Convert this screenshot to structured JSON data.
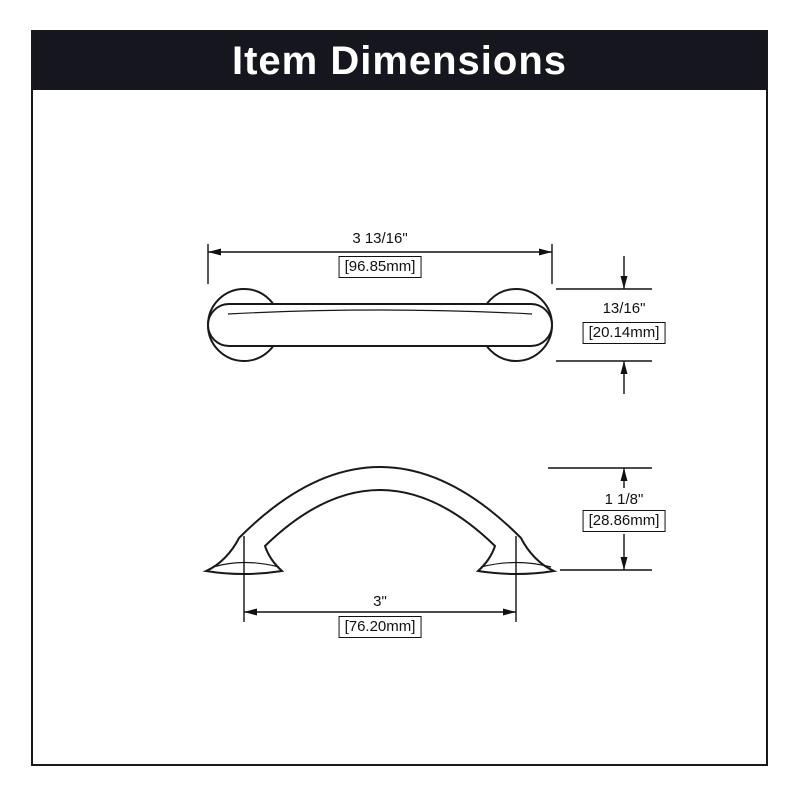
{
  "header": {
    "title": "Item Dimensions"
  },
  "colors": {
    "ink": "#111111",
    "header_bg": "#16161e"
  },
  "top_view": {
    "width_in": "3 13/16\"",
    "width_mm": "[96.85mm]",
    "height_in": "13/16\"",
    "height_mm": "[20.14mm]"
  },
  "front_view": {
    "center_to_center_in": "3\"",
    "center_to_center_mm": "[76.20mm]",
    "height_in": "1 1/8\"",
    "height_mm": "[28.86mm]"
  }
}
